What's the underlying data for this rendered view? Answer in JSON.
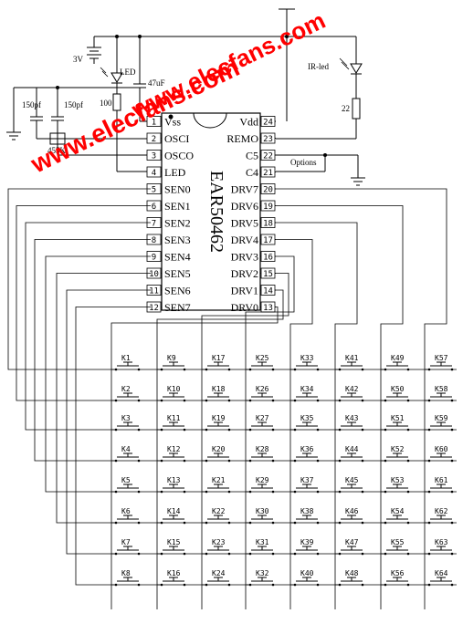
{
  "chip": {
    "name": "EAR50462",
    "left_pins": [
      {
        "num": "1",
        "label": "Vss"
      },
      {
        "num": "2",
        "label": "OSCI"
      },
      {
        "num": "3",
        "label": "OSCO"
      },
      {
        "num": "4",
        "label": "LED"
      },
      {
        "num": "5",
        "label": "SEN0"
      },
      {
        "num": "6",
        "label": "SEN1"
      },
      {
        "num": "7",
        "label": "SEN2"
      },
      {
        "num": "8",
        "label": "SEN3"
      },
      {
        "num": "9",
        "label": "SEN4"
      },
      {
        "num": "10",
        "label": "SEN5"
      },
      {
        "num": "11",
        "label": "SEN6"
      },
      {
        "num": "12",
        "label": "SEN7"
      }
    ],
    "right_pins": [
      {
        "num": "24",
        "label": "Vdd"
      },
      {
        "num": "23",
        "label": "REMO"
      },
      {
        "num": "22",
        "label": "C5"
      },
      {
        "num": "21",
        "label": "C4"
      },
      {
        "num": "20",
        "label": "DRV7"
      },
      {
        "num": "19",
        "label": "DRV6"
      },
      {
        "num": "18",
        "label": "DRV5"
      },
      {
        "num": "17",
        "label": "DRV4"
      },
      {
        "num": "16",
        "label": "DRV3"
      },
      {
        "num": "15",
        "label": "DRV2"
      },
      {
        "num": "14",
        "label": "DRV1"
      },
      {
        "num": "13",
        "label": "DRV0"
      }
    ]
  },
  "components": {
    "battery": "3V",
    "cap1": "150pf",
    "cap2": "150pf",
    "crystal": "455K",
    "led": "LED",
    "resistor_led": "100",
    "cap_elec": "47uF",
    "ir_led": "IR-led",
    "resistor_ir": "22",
    "options": "Options"
  },
  "keys": [
    [
      "K1",
      "K9",
      "K17",
      "K25",
      "K33",
      "K41",
      "K49",
      "K57"
    ],
    [
      "K2",
      "K10",
      "K18",
      "K26",
      "K34",
      "K42",
      "K50",
      "K58"
    ],
    [
      "K3",
      "K11",
      "K19",
      "K27",
      "K35",
      "K43",
      "K51",
      "K59"
    ],
    [
      "K4",
      "K12",
      "K20",
      "K28",
      "K36",
      "K44",
      "K52",
      "K60"
    ],
    [
      "K5",
      "K13",
      "K21",
      "K29",
      "K37",
      "K45",
      "K53",
      "K61"
    ],
    [
      "K6",
      "K14",
      "K22",
      "K30",
      "K38",
      "K46",
      "K54",
      "K62"
    ],
    [
      "K7",
      "K15",
      "K23",
      "K31",
      "K39",
      "K47",
      "K55",
      "K63"
    ],
    [
      "K8",
      "K16",
      "K24",
      "K32",
      "K40",
      "K48",
      "K56",
      "K64"
    ]
  ],
  "watermark": {
    "text1": "www.elecfans.com",
    "text2": "www.elecfans.com"
  }
}
